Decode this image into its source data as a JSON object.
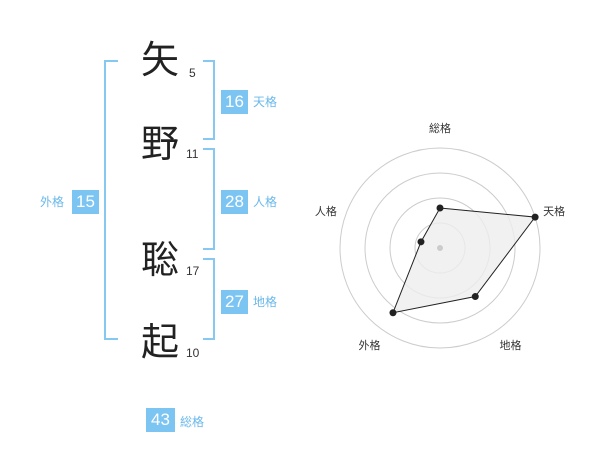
{
  "name": {
    "characters": [
      {
        "char": "矢",
        "strokes": "5"
      },
      {
        "char": "野",
        "strokes": "11"
      },
      {
        "char": "聡",
        "strokes": "17"
      },
      {
        "char": "起",
        "strokes": "10"
      }
    ]
  },
  "scores": {
    "tenkaku": {
      "value": "16",
      "label": "天格"
    },
    "jinkaku": {
      "value": "28",
      "label": "人格"
    },
    "chikaku": {
      "value": "27",
      "label": "地格"
    },
    "gaikaku": {
      "value": "15",
      "label": "外格"
    },
    "soukaku": {
      "value": "43",
      "label": "総格"
    }
  },
  "chart_data": {
    "type": "radar",
    "axes": [
      "総格",
      "天格",
      "地格",
      "外格",
      "人格"
    ],
    "values": [
      2,
      5,
      3,
      4,
      1
    ],
    "max": 5,
    "rings": 4,
    "colors": {
      "fill": "#eeeeee",
      "stroke": "#222222",
      "ring": "#cccccc",
      "center": "#cccccc"
    }
  },
  "colors": {
    "accent": "#7cc4f2",
    "bracket": "#86c8f0",
    "accent_text": "#6ab8ea"
  }
}
